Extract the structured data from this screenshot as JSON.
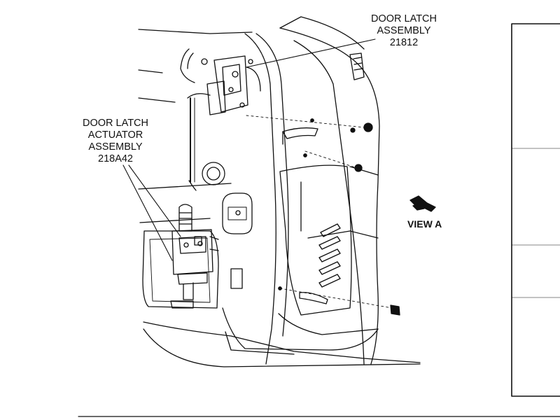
{
  "callouts": {
    "latch": {
      "line1": "DOOR LATCH",
      "line2": "ASSEMBLY",
      "part": "21812"
    },
    "actuator": {
      "line1": "DOOR LATCH",
      "line2": "ACTUATOR",
      "line3": "ASSEMBLY",
      "part": "218A42"
    },
    "view": "VIEW A"
  },
  "icons": {
    "view_arrow": "view-direction-arrow-icon"
  },
  "colors": {
    "ink": "#111111",
    "paper": "#ffffff"
  }
}
